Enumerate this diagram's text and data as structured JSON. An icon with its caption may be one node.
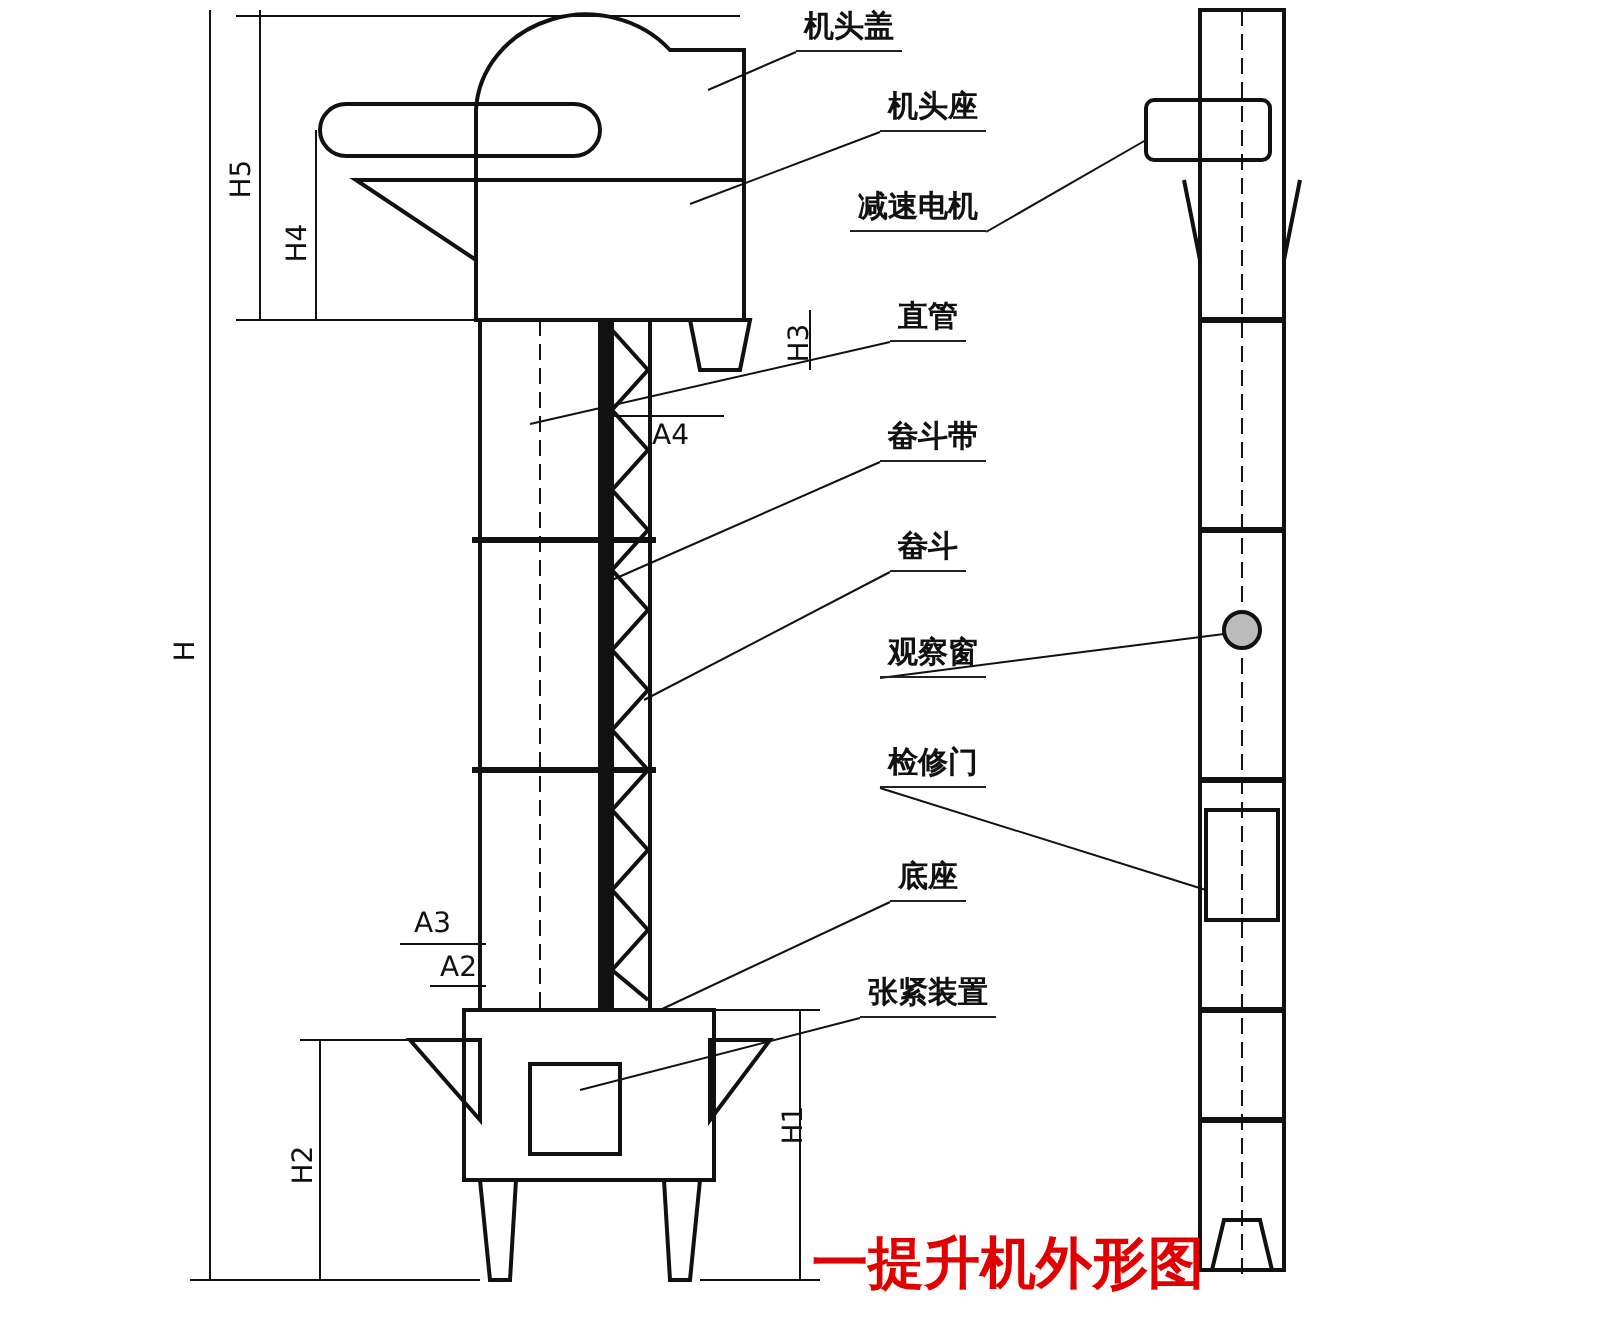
{
  "diagram": {
    "title": "一提升机外形图",
    "nodes": [
      {
        "text": [
          "机头盖"
        ]
      },
      {
        "text": [
          "机头座"
        ]
      },
      {
        "text": [
          "减速电机"
        ]
      },
      {
        "text": [
          "直管"
        ]
      },
      {
        "text": [
          "畚斗带"
        ]
      },
      {
        "text": [
          "畚斗"
        ]
      },
      {
        "text": [
          "观察窗"
        ]
      },
      {
        "text": [
          "检修门"
        ]
      },
      {
        "text": [
          "底座"
        ]
      },
      {
        "text": [
          "张紧装置"
        ]
      },
      {
        "text": [],
        "shape": "box"
      },
      {
        "text": [],
        "shape": "box"
      },
      {
        "text": [],
        "shape": "box"
      },
      {
        "text": [],
        "shape": "box"
      },
      {
        "text": [],
        "shape": "bar"
      },
      {
        "text": [],
        "shape": "box"
      },
      {
        "text": [],
        "shape": "circle"
      },
      {
        "text": [],
        "shape": "box"
      },
      {
        "text": [],
        "shape": "box"
      },
      {
        "text": [],
        "shape": "box",
        "in": 18
      }
    ],
    "edges": [
      {
        "from": 0,
        "to": 10,
        "arrow": "none"
      },
      {
        "from": 1,
        "to": 11,
        "arrow": "none"
      },
      {
        "from": 2,
        "to": 12,
        "arrow": "none"
      },
      {
        "from": 3,
        "to": 13,
        "arrow": "none"
      },
      {
        "from": 4,
        "to": 14,
        "arrow": "none"
      },
      {
        "from": 5,
        "to": 15,
        "arrow": "none"
      },
      {
        "from": 6,
        "to": 16,
        "arrow": "none"
      },
      {
        "from": 7,
        "to": 17,
        "arrow": "none"
      },
      {
        "from": 8,
        "to": 18,
        "arrow": "none"
      },
      {
        "from": 9,
        "to": 19,
        "arrow": "none"
      }
    ],
    "labels": [
      "H5",
      "H4",
      "H3",
      "A4",
      "H",
      "A3",
      "A2",
      "H2",
      "H1"
    ]
  }
}
